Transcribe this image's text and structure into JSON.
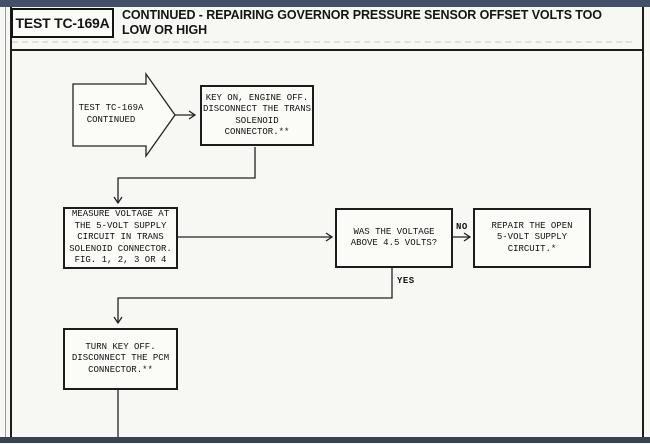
{
  "header": {
    "test_label": "TEST TC-169A",
    "title": "CONTINUED - REPAIRING GOVERNOR PRESSURE SENSOR OFFSET VOLTS TOO\nLOW OR HIGH"
  },
  "colors": {
    "top_bar": "#43506a",
    "bottom_bar": "#39424f",
    "line_ink": "#222222",
    "paper": "#f7f7f4"
  },
  "flowchart": {
    "start_label": "TEST TC-169A\nCONTINUED",
    "key_on_step": "KEY ON, ENGINE OFF.\nDISCONNECT THE TRANS\nSOLENOID\nCONNECTOR.**",
    "measure_step": "MEASURE VOLTAGE AT\nTHE 5-VOLT SUPPLY\nCIRCUIT IN TRANS\nSOLENOID CONNECTOR.\nFIG. 1, 2, 3 OR 4",
    "voltage_decision": "WAS THE VOLTAGE\nABOVE 4.5 VOLTS?",
    "no_label": "NO",
    "yes_label": "YES",
    "repair_step": "REPAIR THE OPEN\n5-VOLT SUPPLY\nCIRCUIT.*",
    "turn_key_step": "TURN KEY OFF.\nDISCONNECT THE PCM\nCONNECTOR.**"
  }
}
